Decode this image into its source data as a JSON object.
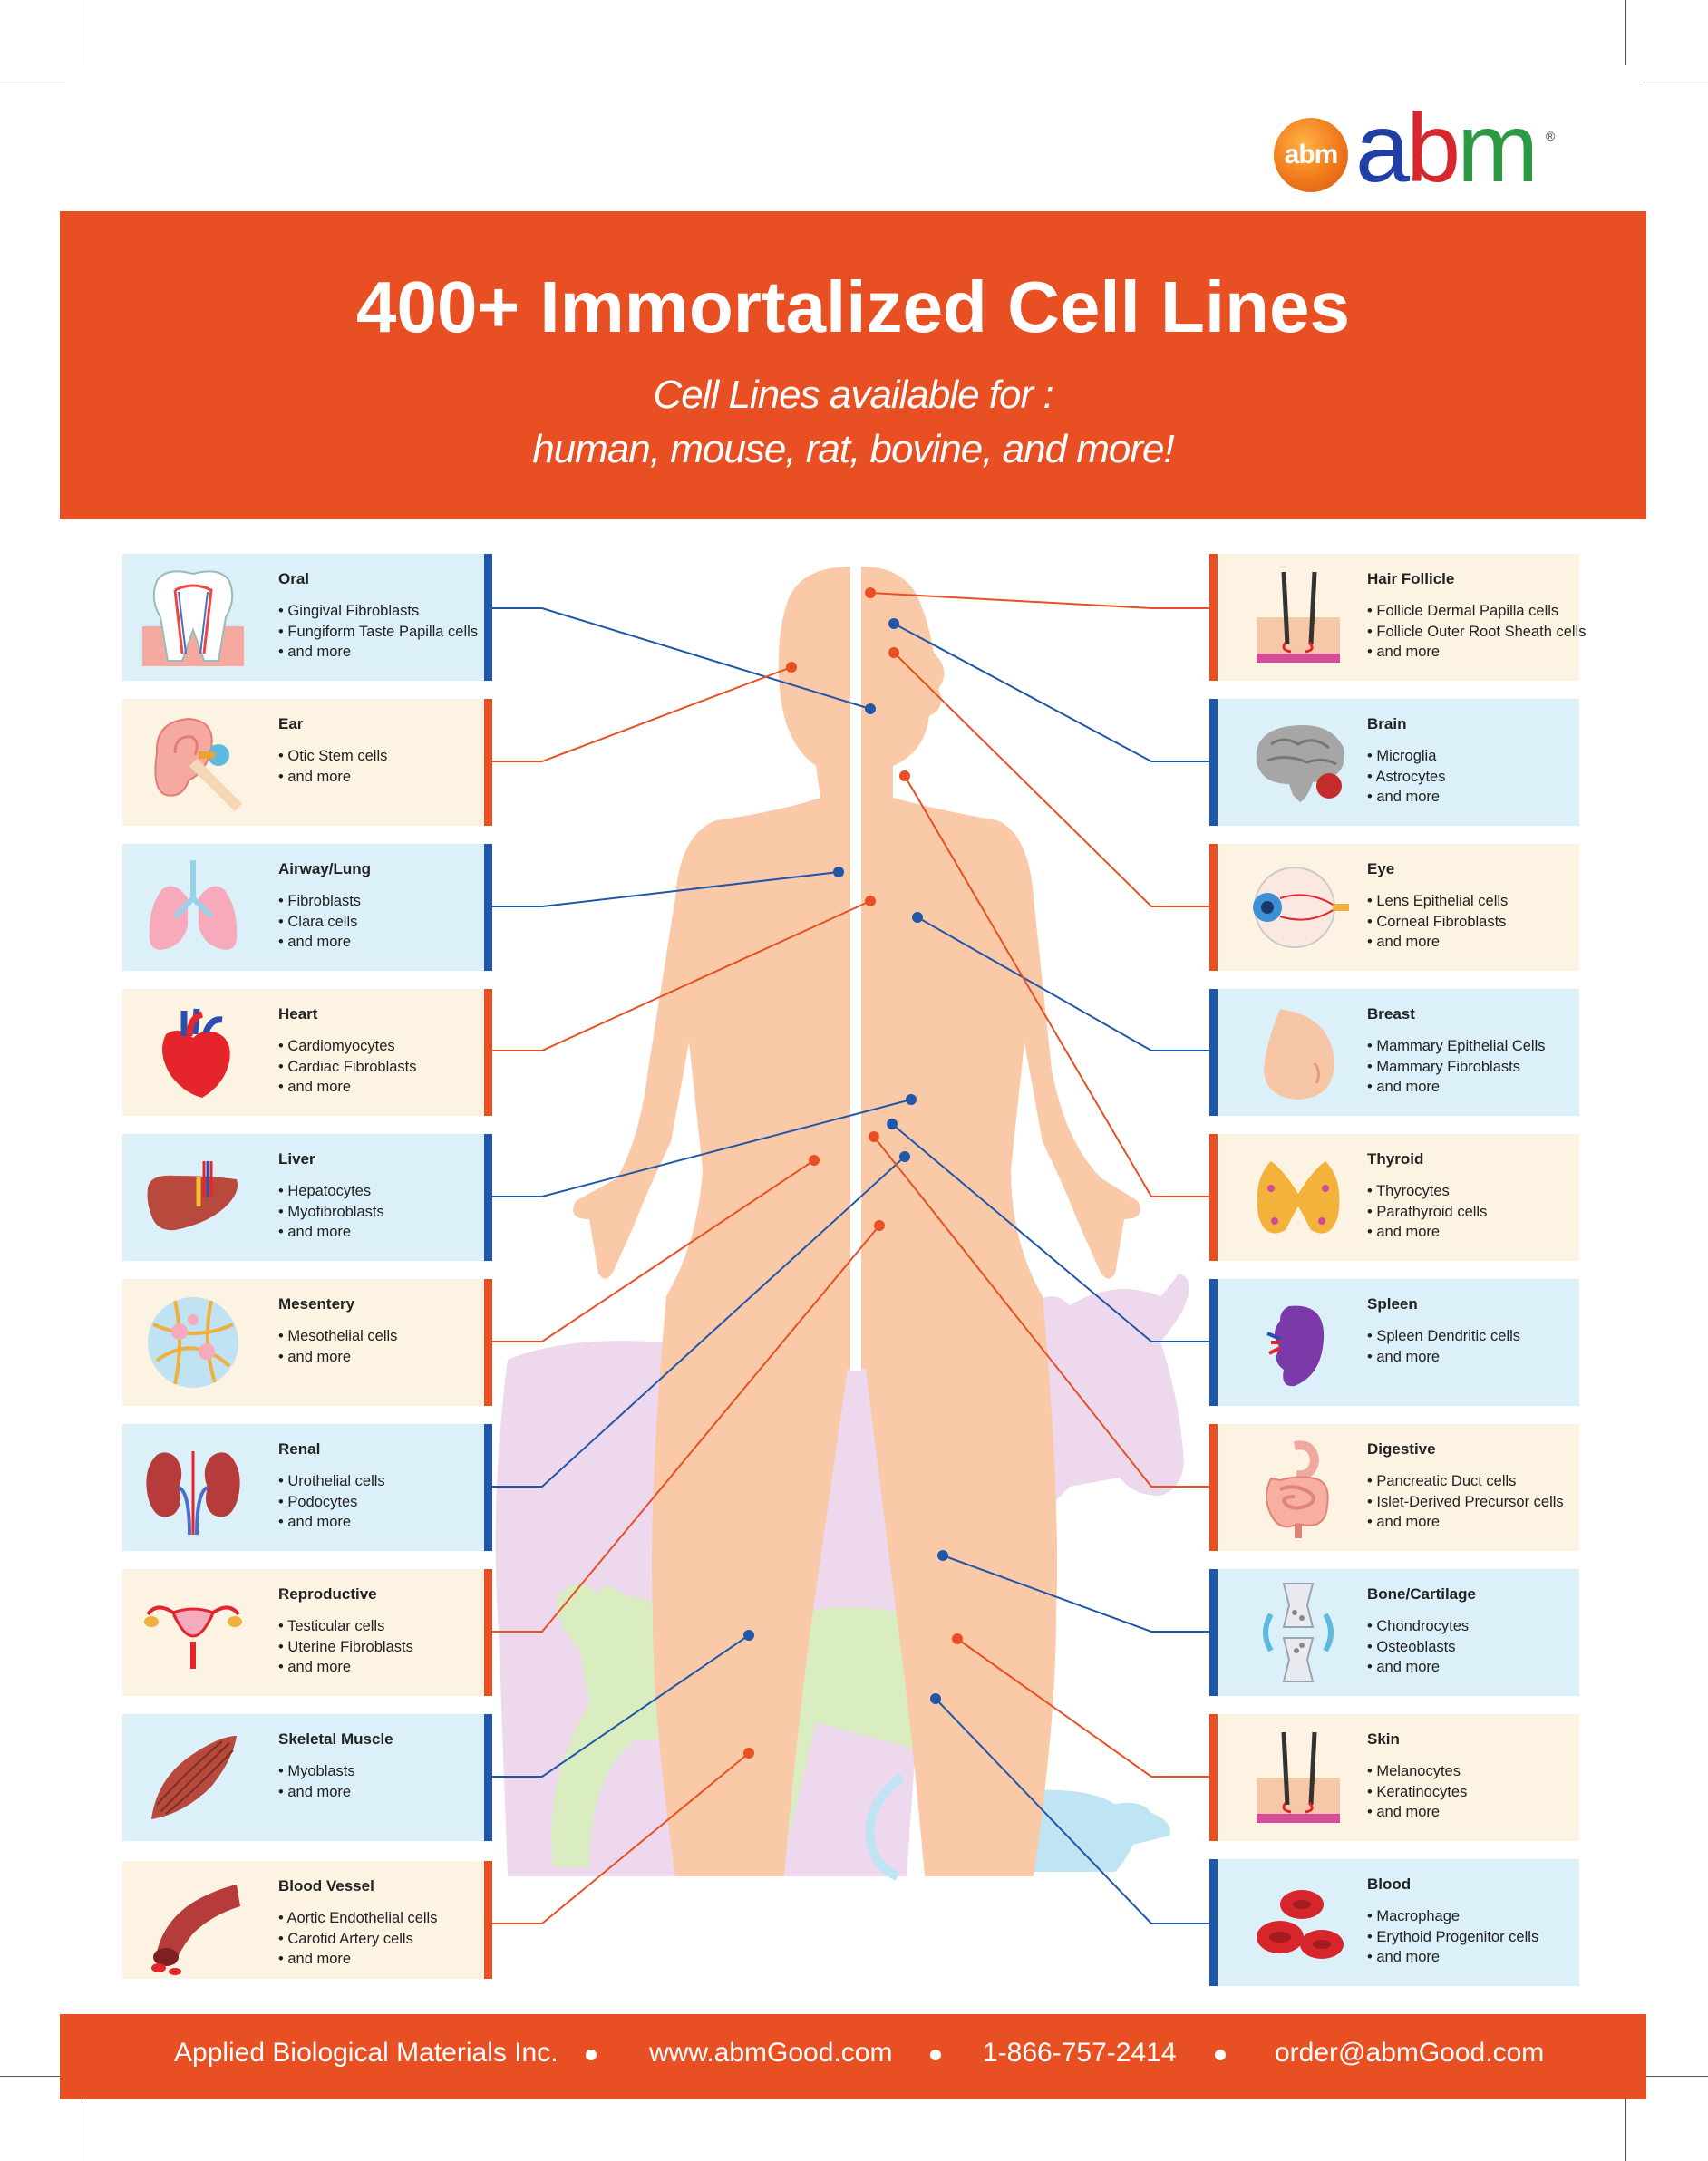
{
  "logo": {
    "badge": "abm",
    "word_a": "a",
    "word_b": "b",
    "word_m": "m",
    "reg": "®"
  },
  "header": {
    "title": "400+ Immortalized Cell Lines",
    "subtitle_line1": "Cell Lines available for :",
    "subtitle_line2": "human, mouse, rat, bovine, and more!"
  },
  "colors": {
    "orange": "#e85023",
    "blue": "#2157a8",
    "card_blue": "#dcf0fa",
    "card_cream": "#fdf3e2",
    "body": "#f9c9a8"
  },
  "left_cards": [
    {
      "title": "Oral",
      "items": [
        "• Gingival Fibroblasts",
        "• Fungiform Taste Papilla cells",
        "• and more"
      ],
      "icon": "tooth-icon"
    },
    {
      "title": "Ear",
      "items": [
        "• Otic Stem cells",
        "• and more"
      ],
      "icon": "ear-icon"
    },
    {
      "title": "Airway/Lung",
      "items": [
        "• Fibroblasts",
        "• Clara cells",
        "• and more"
      ],
      "icon": "lungs-icon"
    },
    {
      "title": "Heart",
      "items": [
        "• Cardiomyocytes",
        "• Cardiac Fibroblasts",
        "• and more"
      ],
      "icon": "heart-icon"
    },
    {
      "title": "Liver",
      "items": [
        "• Hepatocytes",
        "• Myofibroblasts",
        "• and more"
      ],
      "icon": "liver-icon"
    },
    {
      "title": "Mesentery",
      "items": [
        "• Mesothelial cells",
        "• and more"
      ],
      "icon": "mesentery-icon"
    },
    {
      "title": "Renal",
      "items": [
        "• Urothelial cells",
        "• Podocytes",
        "• and more"
      ],
      "icon": "kidneys-icon"
    },
    {
      "title": "Reproductive",
      "items": [
        "• Testicular cells",
        "• Uterine Fibroblasts",
        "• and more"
      ],
      "icon": "uterus-icon"
    },
    {
      "title": "Skeletal Muscle",
      "items": [
        "• Myoblasts",
        "• and more"
      ],
      "icon": "muscle-icon"
    },
    {
      "title": "Blood Vessel",
      "items": [
        "• Aortic Endothelial cells",
        "• Carotid Artery cells",
        "• and more"
      ],
      "icon": "blood-vessel-icon"
    }
  ],
  "right_cards": [
    {
      "title": "Hair Follicle",
      "items": [
        "• Follicle Dermal Papilla cells",
        "• Follicle Outer Root Sheath cells",
        "• and more"
      ],
      "icon": "hair-follicle-icon"
    },
    {
      "title": "Brain",
      "items": [
        "• Microglia",
        "• Astrocytes",
        "• and more"
      ],
      "icon": "brain-icon"
    },
    {
      "title": "Eye",
      "items": [
        "• Lens Epithelial cells",
        "• Corneal Fibroblasts",
        "• and more"
      ],
      "icon": "eye-icon"
    },
    {
      "title": "Breast",
      "items": [
        "• Mammary Epithelial Cells",
        "• Mammary Fibroblasts",
        "• and more"
      ],
      "icon": "breast-icon"
    },
    {
      "title": "Thyroid",
      "items": [
        "• Thyrocytes",
        "• Parathyroid cells",
        "• and more"
      ],
      "icon": "thyroid-icon"
    },
    {
      "title": "Spleen",
      "items": [
        "• Spleen Dendritic cells",
        "• and more"
      ],
      "icon": "spleen-icon"
    },
    {
      "title": "Digestive",
      "items": [
        "• Pancreatic Duct cells",
        "• Islet-Derived Precursor cells",
        "• and more"
      ],
      "icon": "intestine-icon"
    },
    {
      "title": "Bone/Cartilage",
      "items": [
        "• Chondrocytes",
        "• Osteoblasts",
        "• and more"
      ],
      "icon": "bone-icon"
    },
    {
      "title": "Skin",
      "items": [
        "• Melanocytes",
        "• Keratinocytes",
        "• and more"
      ],
      "icon": "skin-icon"
    },
    {
      "title": "Blood",
      "items": [
        "• Macrophage",
        "• Erythoid Progenitor cells",
        "• and more"
      ],
      "icon": "red-blood-cells-icon"
    }
  ],
  "footer": {
    "company": "Applied Biological Materials Inc.",
    "website": "www.abmGood.com",
    "phone": "1-866-757-2414",
    "email": "order@abmGood.com"
  }
}
